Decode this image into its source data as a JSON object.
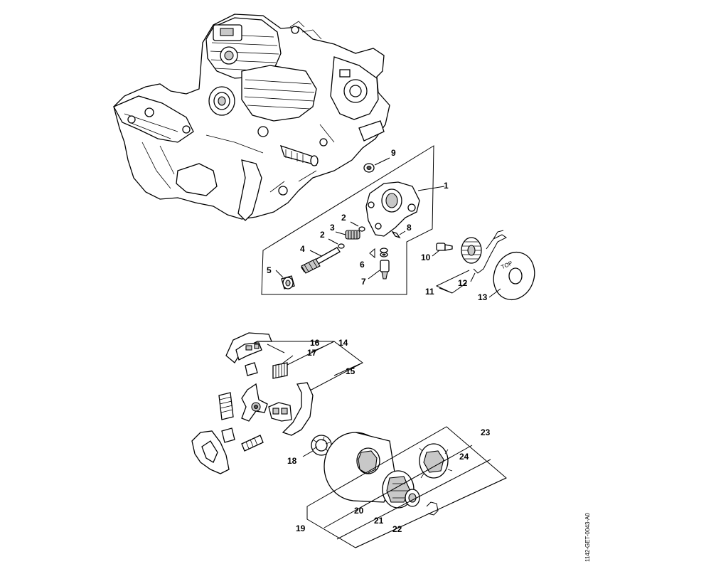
{
  "diagram": {
    "reference_code": "1142-GET-0043-A0",
    "callouts": [
      "1",
      "2",
      "2",
      "3",
      "4",
      "5",
      "6",
      "7",
      "8",
      "9",
      "10",
      "11",
      "12",
      "13",
      "14",
      "15",
      "16",
      "17",
      "18",
      "19",
      "20",
      "21",
      "22",
      "23",
      "24"
    ],
    "stamp_text": "TOP"
  }
}
